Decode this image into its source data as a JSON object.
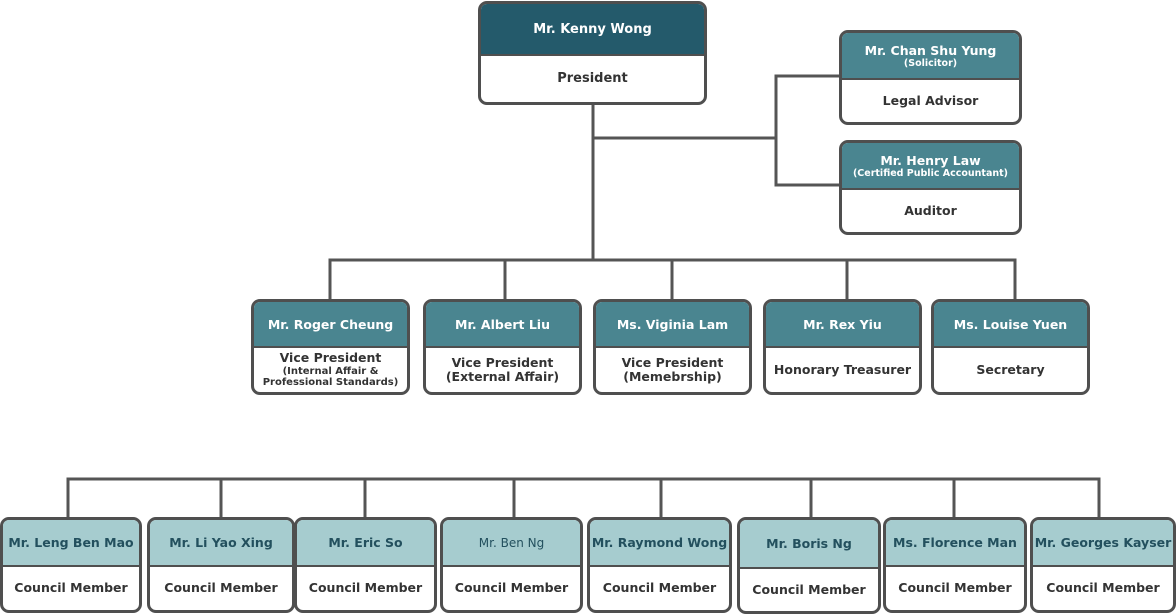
{
  "president": {
    "name": "Mr. Kenny Wong",
    "role": "President"
  },
  "advisors": [
    {
      "name": "Mr. Chan Shu Yung",
      "credential": "(Solicitor)",
      "role": "Legal Advisor"
    },
    {
      "name": "Mr. Henry Law",
      "credential": "(Certified Public Accountant)",
      "role": "Auditor"
    }
  ],
  "officers": [
    {
      "name": "Mr. Roger Cheung",
      "role": "Vice President",
      "role_detail": "(Internal Affair &\nProfessional Standards)"
    },
    {
      "name": "Mr. Albert Liu",
      "role": "Vice President",
      "role_detail": "(External Affair)"
    },
    {
      "name": "Ms. Viginia Lam",
      "role": "Vice President",
      "role_detail": "(Memebrship)"
    },
    {
      "name": "Mr. Rex Yiu",
      "role": "Honorary Treasurer"
    },
    {
      "name": "Ms. Louise Yuen",
      "role": "Secretary"
    }
  ],
  "council": [
    {
      "name": "Mr. Leng Ben Mao",
      "role": "Council Member"
    },
    {
      "name": "Mr. Li Yao Xing",
      "role": "Council Member"
    },
    {
      "name": "Mr. Eric So",
      "role": "Council Member"
    },
    {
      "name": "Mr. Ben Ng",
      "role": "Council Member"
    },
    {
      "name": "Mr. Raymond Wong",
      "role": "Council Member"
    },
    {
      "name": "Mr. Boris Ng",
      "role": "Council Member"
    },
    {
      "name": "Ms. Florence Man",
      "role": "Council Member"
    },
    {
      "name": "Mr. Georges Kayser",
      "role": "Council Member"
    }
  ],
  "colors": {
    "header_dark": "#245a6b",
    "header_mid": "#4a8590",
    "header_light": "#a6cccf",
    "border": "#4f4f4f",
    "connector": "#555555"
  }
}
